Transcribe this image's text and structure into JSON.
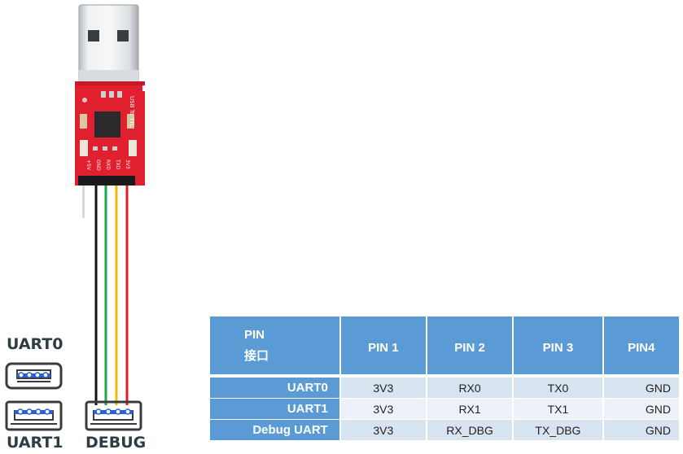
{
  "board": {
    "silkscreen": "USB To TTL",
    "pin_labels": [
      "+5V",
      "GND",
      "RXD",
      "TXD",
      "3V3"
    ]
  },
  "connectors": {
    "uart0_label": "UART0",
    "uart1_label": "UART1",
    "debug_label": "DEBUG"
  },
  "wires": [
    {
      "color": "#111111",
      "name": "black"
    },
    {
      "color": "#1aa84a",
      "name": "green"
    },
    {
      "color": "#f5b800",
      "name": "yellow"
    },
    {
      "color": "#e31e24",
      "name": "red"
    }
  ],
  "table": {
    "header": {
      "title_line1": "PIN",
      "title_line2": "接口",
      "pins": [
        "PIN 1",
        "PIN 2",
        "PIN 3",
        "PIN4"
      ]
    },
    "rows": [
      {
        "name": "UART0",
        "values": [
          "3V3",
          "RX0",
          "TX0",
          "GND"
        ]
      },
      {
        "name": "UART1",
        "values": [
          "3V3",
          "RX1",
          "TX1",
          "GND"
        ]
      },
      {
        "name": "Debug UART",
        "values": [
          "3V3",
          "RX_DBG",
          "TX_DBG",
          "GND"
        ]
      }
    ]
  },
  "colors": {
    "header_blue": "#5b9bd5",
    "row_light": "#d9e4f1",
    "row_lighter": "#eef2f8",
    "pcb_red": "#e0202e",
    "connector_blue": "#2a5fd8"
  }
}
